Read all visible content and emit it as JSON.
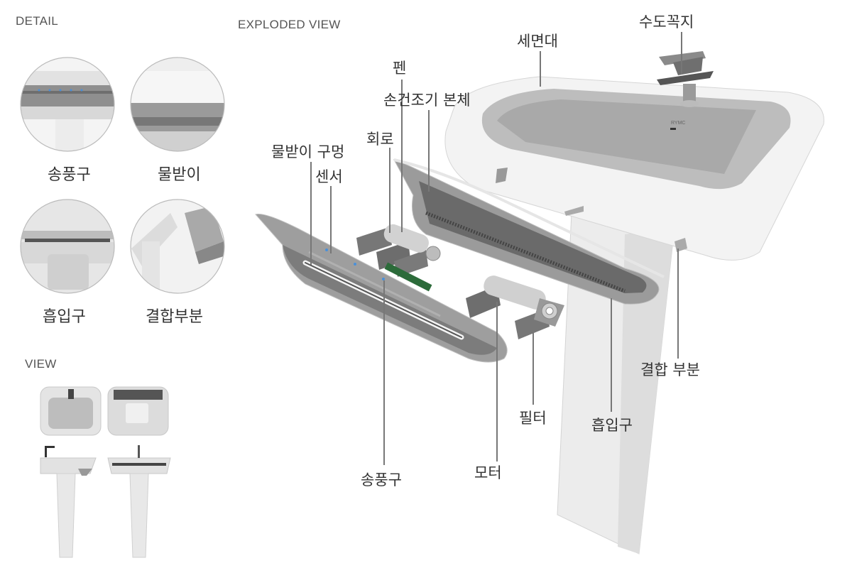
{
  "sections": {
    "detail": "DETAIL",
    "exploded": "EXPLODED VIEW",
    "view": "VIEW"
  },
  "detail_captions": [
    "송풍구",
    "물받이",
    "흡입구",
    "결합부분"
  ],
  "callouts": {
    "faucet": "수도꼭지",
    "basin": "세면대",
    "fan": "펜",
    "dryer_body": "손건조기 본체",
    "circuit": "회로",
    "tray_hole": "물받이 구멍",
    "sensor": "센서",
    "joint": "결합 부분",
    "filter": "필터",
    "intake": "흡입구",
    "motor": "모터",
    "outlet": "송풍구"
  },
  "basin_brand": "RYMC"
}
